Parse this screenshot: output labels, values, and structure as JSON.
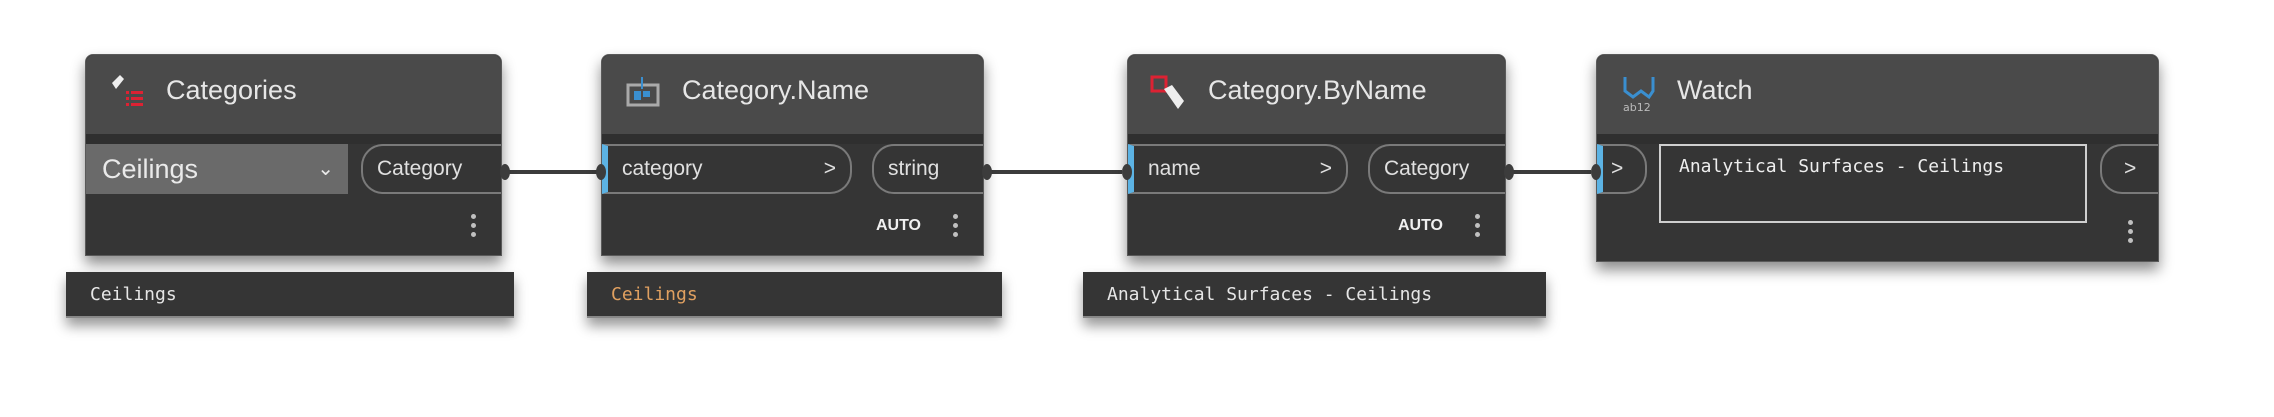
{
  "colors": {
    "input_port_accent": "#5cb3e4",
    "node_body": "#353535",
    "node_header": "#4a4a4a",
    "preview_string": "#e0a060"
  },
  "nodes": [
    {
      "title": "Categories",
      "icon": "category-list-icon",
      "dropdown_value": "Ceilings",
      "output": "Category",
      "preview": "Ceilings"
    },
    {
      "title": "Category.Name",
      "icon": "category-name-icon",
      "input": "category",
      "output": "string",
      "lacing": "AUTO",
      "preview": "Ceilings"
    },
    {
      "title": "Category.ByName",
      "icon": "category-byname-icon",
      "input": "name",
      "output": "Category",
      "lacing": "AUTO",
      "preview": "Analytical Surfaces - Ceilings"
    },
    {
      "title": "Watch",
      "icon": "watch-icon",
      "input": ">",
      "output": ">",
      "value": "Analytical Surfaces - Ceilings"
    }
  ]
}
